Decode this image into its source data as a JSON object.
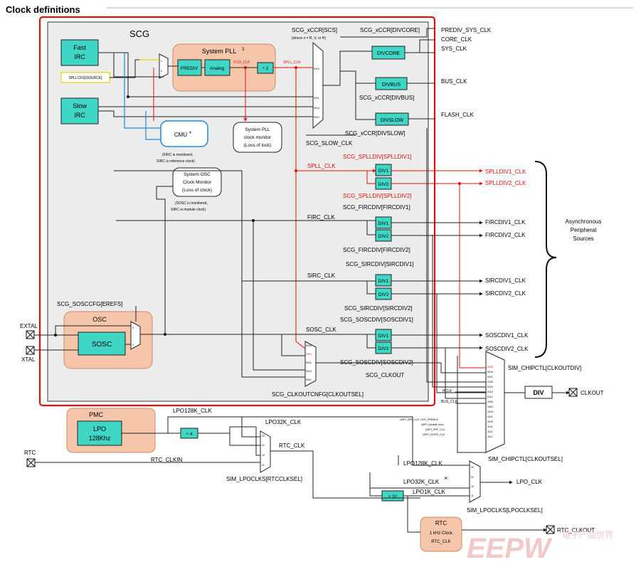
{
  "title": "Clock definitions",
  "scg": {
    "label": "SCG",
    "fast_irc": [
      "Fast",
      "IRC"
    ],
    "slow_irc": [
      "Slow",
      "IRC"
    ],
    "spllcfg": "SPLLCFG[SOURCE]",
    "pll": {
      "label": "System PLL",
      "sup": "3",
      "prediv": "PREDIV",
      "analog": "Analog",
      "vco": "VCO_CLK",
      "div2": "÷ 2",
      "spll": "SPLL_CLK"
    },
    "cmu": {
      "label": "CMU",
      "sup": "4",
      "note1": "(FIRC is monitored,",
      "note2": "SIRC is reference clock)"
    },
    "pll_monitor": [
      "System PLL",
      "clock monitor",
      "(Loss of lock)"
    ],
    "osc_monitor": [
      "System OSC",
      "Clock Monitor",
      "(Loss of clock)"
    ],
    "osc_monitor_note": [
      "(SOSC is monitored,",
      "SIRC is module clock)"
    ],
    "xccr": {
      "scs": "SCG_xCCR[SCS]",
      "scs_note": "(where x = R, V, or H)",
      "divcore_lbl": "SCG_xCCR[DIVCORE]",
      "divbus_lbl": "SCG_xCCR[DIVBUS]",
      "divslow_lbl": "SCG_xCCR[DIVSLOW]"
    },
    "mux_main_inputs": [
      "0110",
      "0011",
      "0010",
      "0001"
    ],
    "divcore": "DIVCORE",
    "divbus": "DIVBUS",
    "divslow": "DIVSLOW",
    "outputs_sys": [
      "PREDIV_SYS_CLK",
      "CORE_CLK",
      "SYS_CLK",
      "BUS_CLK",
      "FLASH_CLK"
    ],
    "slow_clk": "SCG_SLOW_CLK",
    "spll_clk_lbl": "SPLL_CLK",
    "firc_clk_lbl": "FIRC_CLK",
    "sirc_clk_lbl": "SIRC_CLK",
    "sosc_clk_lbl": "SOSC_CLK",
    "spll_div1_lbl": "SCG_SPLLDIV[SPLLDIV1]",
    "spll_div2_lbl": "SCG_SPLLDIV[SPLLDIV2]",
    "firc_div1_lbl": "SCG_FIRCDIV[FIRCDIV1]",
    "firc_div2_lbl": "SCG_FIRCDIV[FIRCDIV2]",
    "sirc_div1_lbl": "SCG_SIRCDIV[SIRCDIV1]",
    "sirc_div2_lbl": "SCG_SIRCDIV[SIRCDIV2]",
    "sosc_div1_lbl": "SCG_SOSCDIV[SOSCDIV1]",
    "sosc_div2_lbl": "SCG_SOSCDIV[SOSCDIV2]",
    "div1": "DIV1",
    "div2": "DIV2",
    "async_out": [
      "SPLLDIV1_CLK",
      "SPLLDIV2_CLK",
      "FIRCDIV1_CLK",
      "FIRCDIV2_CLK",
      "SIRCDIV1_CLK",
      "SIRCDIV2_CLK",
      "SOSCDIV1_CLK",
      "SOSCDIV2_CLK"
    ],
    "async_label": [
      "Asynchronous",
      "Peripheral",
      "Sources"
    ],
    "osc": {
      "label": "OSC",
      "sosc": "SOSC",
      "erefs": "SCG_SOSCCFG[EREFS]"
    },
    "clkout_mux_inputs": [
      "0000",
      "0110",
      "0011",
      "0010",
      "0001"
    ],
    "scg_clkout": "SCG_CLKOUT",
    "clkoutcnfg": "SCG_CLKOUTCNFG[CLKOUTSEL]"
  },
  "pins": {
    "extal": "EXTAL",
    "xtal": "XTAL",
    "rtc": "RTC",
    "clkout": "CLKOUT",
    "rtc_clkout": "RTC_CLKOUT"
  },
  "sim": {
    "chipctl_div": "SIM_CHIPCTL[CLKOUTDIV]",
    "chipctl_sel": "SIM_CHIPCTL[CLKOUTSEL]",
    "div": "DIV",
    "chip_mux_inputs": [
      "0000",
      "0010",
      "0011",
      "0100",
      "0101",
      "0110",
      "0111",
      "1000",
      "1001",
      "1010",
      "1011",
      "1100",
      "1101",
      "1110",
      "1111"
    ],
    "hclk": "HCLK",
    "bus_clk": "BUS_CLK",
    "qspi_inputs": [
      "QSPI_SFIF_CLK_HYP_PREMUX",
      "QSPI_Module clock",
      "QSPI_SFIF_CLK",
      "QSPI_2xSFIF_CLK"
    ],
    "rtcclksel": "SIM_LPOCLKS[RTCCLKSEL]",
    "lpoclksel": "SIM_LPOCLKS[LPOCLKSEL]",
    "rtc_mux_inputs": [
      "00",
      "01",
      "10",
      "11"
    ],
    "lpo_mux_inputs": [
      "00",
      "01",
      "10",
      "11"
    ]
  },
  "pmc": {
    "label": "PMC",
    "lpo": [
      "LPO",
      "128Khz"
    ]
  },
  "lpo": {
    "lpo128k": "LPO128K_CLK",
    "lpo32k": "LPO32K_CLK",
    "lpo1k": "LPO1K_CLK",
    "lpo_clk": "LPO_CLK",
    "div4": "÷ 4",
    "div32": "÷ 32"
  },
  "rtc_blk": {
    "label": "RTC",
    "clk1": "1 kHz Clock",
    "clk2": "RTC_CLK",
    "rtc_clk": "RTC_CLK",
    "rtc_clkin": "RTC_CLKIN"
  },
  "watermark": "EEPW",
  "watermark_sub": "电子产品世界"
}
